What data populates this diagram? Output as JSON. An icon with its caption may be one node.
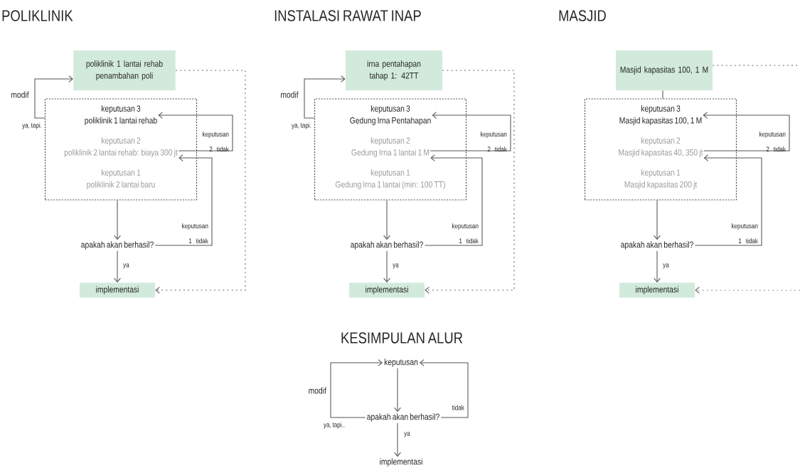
{
  "diagram": {
    "nodes": [
      {
        "text": [
          "poliklinik 1 lantai rehab penambahan poli"
        ]
      },
      {
        "text": [],
        "shape": "box"
      },
      {
        "text": [
          "keputusan 3",
          "poliklinik 1 lantai rehab"
        ],
        "in": 1
      },
      {
        "text": [
          "keputusan 2",
          "poliklinik 2 lantai rehab: biaya 300 jt"
        ],
        "in": 1
      },
      {
        "text": [
          "keputusan 1",
          "poliklinik 2 lantai baru"
        ],
        "in": 1
      },
      {
        "text": [
          "apakah akan berhasil?"
        ]
      },
      {
        "text": [
          "implementasi"
        ]
      },
      {
        "text": [
          "irna pentahapan tahap 1: 42TT"
        ]
      },
      {
        "text": [],
        "shape": "box"
      },
      {
        "text": [
          "keputusan 3",
          "Gedung Irna Pentahapan"
        ],
        "in": 8
      },
      {
        "text": [
          "keputusan 2",
          "Gedung Irna 1 lantai 1 M"
        ],
        "in": 8
      },
      {
        "text": [
          "keputusan 1",
          "Gedung Irna 1 lantai (min: 100 TT)"
        ],
        "in": 8
      },
      {
        "text": [
          "apakah akan berhasil?"
        ]
      },
      {
        "text": [
          "implementasi"
        ]
      },
      {
        "text": [
          "Masjid kapasitas 100, 1 M"
        ]
      },
      {
        "text": [],
        "shape": "box"
      },
      {
        "text": [
          "keputusan 3",
          "Masjid kapasitas 100, 1 M"
        ],
        "in": 15
      },
      {
        "text": [
          "keputusan 2",
          "Masjid kapasitas 40, 350 jt"
        ],
        "in": 15
      },
      {
        "text": [
          "keputusan 1",
          "Masjid kapasitas 200 jt"
        ],
        "in": 15
      },
      {
        "text": [
          "apakah akan berhasil?"
        ]
      },
      {
        "text": [
          "implementasi"
        ]
      },
      {
        "text": [
          "keputusan"
        ]
      },
      {
        "text": [
          "apakah akan berhasil?"
        ]
      },
      {
        "text": [
          "implementasi"
        ]
      }
    ],
    "edges": [
      {
        "from": 1,
        "to": 0,
        "arrow": "to",
        "label": "modif"
      },
      {
        "from": 1,
        "to": 5,
        "arrow": "to"
      },
      {
        "from": 5,
        "to": 6,
        "arrow": "to",
        "label": "ya"
      },
      {
        "from": 5,
        "to": 3,
        "arrow": "to",
        "label": "keputusan 1 tidak"
      },
      {
        "from": 3,
        "to": 2,
        "arrow": "to",
        "label": "keputusan 2 tidak"
      },
      {
        "from": 0,
        "to": 6,
        "arrow": "to",
        "style": "dashed"
      },
      {
        "from": 8,
        "to": 7,
        "arrow": "to",
        "label": "modif"
      },
      {
        "from": 8,
        "to": 12,
        "arrow": "to"
      },
      {
        "from": 12,
        "to": 13,
        "arrow": "to",
        "label": "ya"
      },
      {
        "from": 12,
        "to": 10,
        "arrow": "to",
        "label": "keputusan 1 tidak"
      },
      {
        "from": 10,
        "to": 9,
        "arrow": "to",
        "label": "keputusan 2 tidak"
      },
      {
        "from": 7,
        "to": 13,
        "arrow": "to",
        "style": "dashed"
      },
      {
        "from": 14,
        "to": 15,
        "arrow": "none"
      },
      {
        "from": 15,
        "to": 19,
        "arrow": "to"
      },
      {
        "from": 19,
        "to": 20,
        "arrow": "to",
        "label": "ya"
      },
      {
        "from": 19,
        "to": 17,
        "arrow": "to",
        "label": "keputusan 1 tidak"
      },
      {
        "from": 17,
        "to": 16,
        "arrow": "to",
        "label": "keputusan 2 tidak"
      },
      {
        "from": 14,
        "to": null,
        "arrow": "none",
        "style": "dashed"
      },
      {
        "from": null,
        "to": 20,
        "arrow": "to",
        "style": "dashed"
      },
      {
        "from": 21,
        "to": 22,
        "arrow": "to"
      },
      {
        "from": 22,
        "to": 23,
        "arrow": "to",
        "label": "ya"
      },
      {
        "from": 22,
        "to": 21,
        "arrow": "to",
        "label": "tidak"
      },
      {
        "from": 22,
        "to": 21,
        "arrow": "to",
        "label": "modif"
      }
    ],
    "labels": [
      "POLIKLINIK",
      "INSTALASI RAWAT INAP",
      "MASJID",
      "ya, tapi.",
      "ya, tapi.",
      "KESIMPULAN ALUR",
      "ya, tapi.."
    ]
  }
}
